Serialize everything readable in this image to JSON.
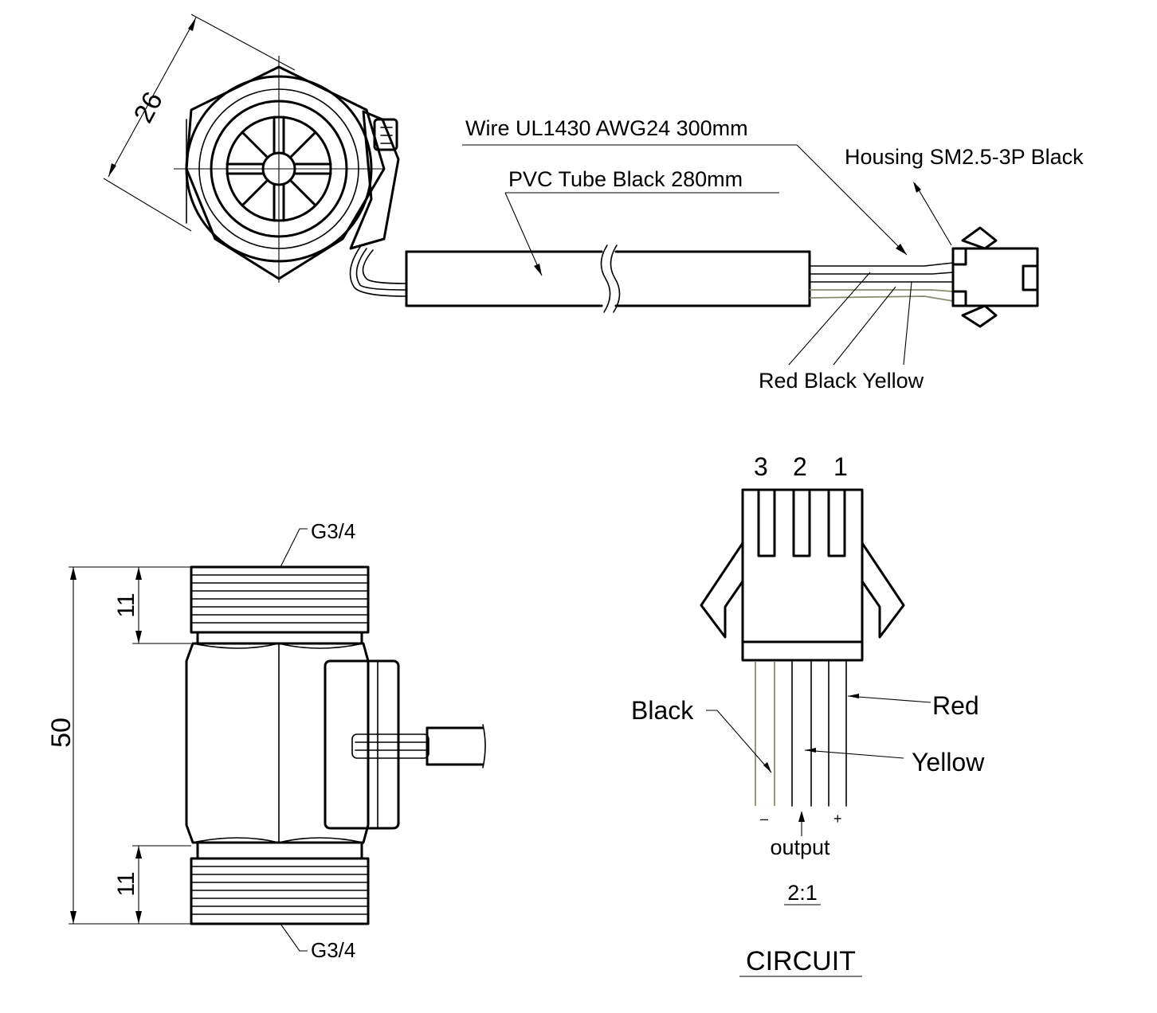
{
  "labels": {
    "wire": "Wire UL1430 AWG24  300mm",
    "tube": "PVC Tube Black 280mm",
    "housing": "Housing SM2.5-3P Black",
    "wire_colors": "Red Black Yellow",
    "thread_top": "G3/4",
    "thread_bottom": "G3/4",
    "pin3": "3",
    "pin2": "2",
    "pin1": "1",
    "black": "Black",
    "red": "Red",
    "yellow": "Yellow",
    "minus": "–",
    "plus": "+",
    "output": "output",
    "scale": "2:1",
    "circuit": "CIRCUIT"
  },
  "dimensions": {
    "hex_width": "26",
    "overall_length": "50",
    "thread_top_length": "11",
    "thread_bottom_length": "11"
  }
}
